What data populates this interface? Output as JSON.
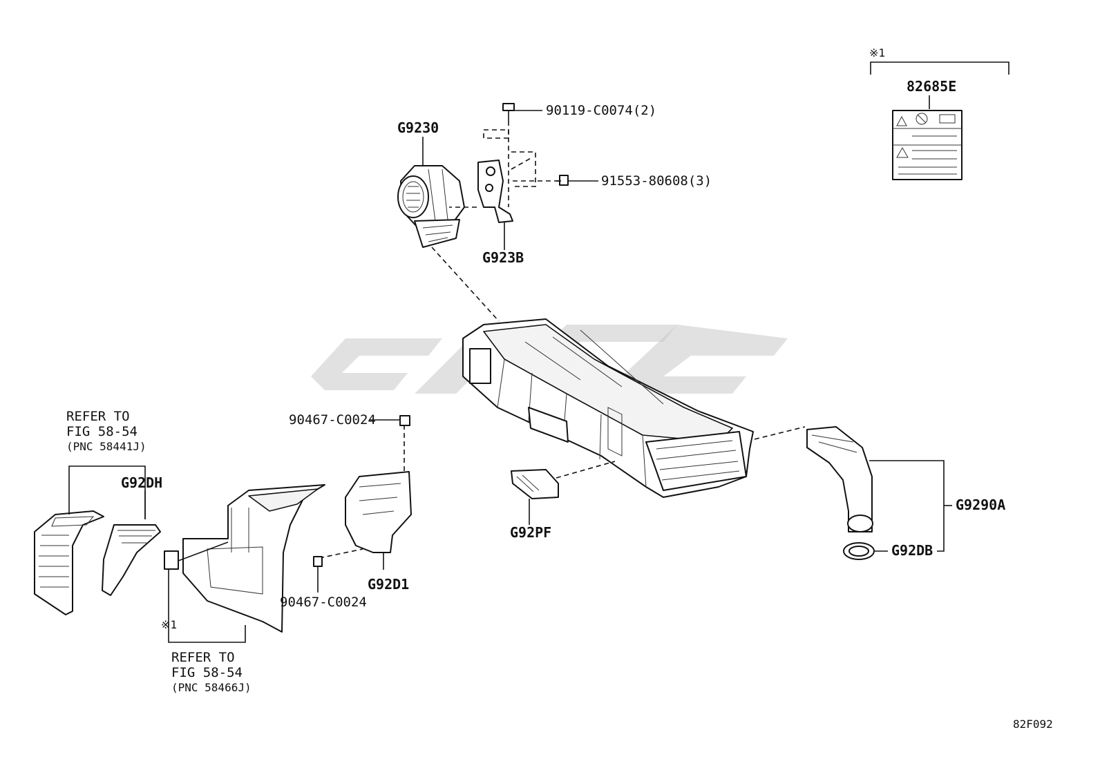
{
  "labels": {
    "g9230": "G9230",
    "g923b": "G923B",
    "bolt1": "90119-C0074(2)",
    "bolt2": "91553-80608(3)",
    "label_part": "82685E",
    "note_top": "※1",
    "nut_upper": "90467-C0024",
    "nut_lower": "90467-C0024",
    "g92pf": "G92PF",
    "g92d1": "G92D1",
    "g92dh": "G92DH",
    "g9290a": "G9290A",
    "g92db": "G92DB",
    "note_bottom": "※1",
    "refer_top": {
      "line1": "REFER TO",
      "line2": "FIG 58-54",
      "line3": "(PNC 58441J)"
    },
    "refer_bottom": {
      "line1": "REFER TO",
      "line2": "FIG 58-54",
      "line3": "(PNC 58466J)"
    },
    "figure_code": "82F092"
  },
  "icons": [
    "warning-triangle-icon",
    "no-hand-icon",
    "battery-icon"
  ]
}
